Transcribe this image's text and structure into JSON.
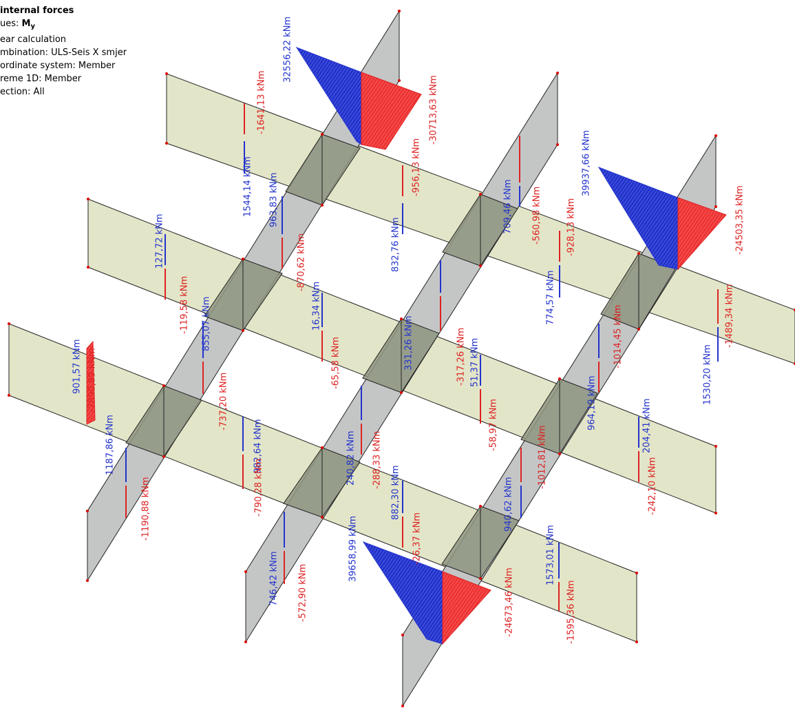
{
  "legend": {
    "title": "internal forces",
    "values_prefix": "ues: ",
    "values_symbol": "M",
    "values_sub": "y",
    "line3": "ear calculation",
    "line4": "mbination: ULS-Seis X smjer",
    "line5": "ordinate system: Member",
    "line6": "reme 1D: Member",
    "line7": "ection: All"
  },
  "colors": {
    "positive": "#2233cc",
    "negative": "#dd2222",
    "beam_fill": "#e3e5c8",
    "core_fill": "#c4c6c6",
    "junction_fill": "#8f9580",
    "node": "#dd0000",
    "edge": "#222222"
  },
  "labels": [
    {
      "text": "32556,22 kNm",
      "color": "positive"
    },
    {
      "text": "-1641,13 kNm",
      "color": "negative"
    },
    {
      "text": "-30713,63 kNm",
      "color": "negative"
    },
    {
      "text": "1544,14 kNm",
      "color": "positive"
    },
    {
      "text": "963,83 kNm",
      "color": "positive"
    },
    {
      "text": "-956,13 kNm",
      "color": "negative"
    },
    {
      "text": "832,76 kNm",
      "color": "positive"
    },
    {
      "text": "709,46 kNm",
      "color": "positive"
    },
    {
      "text": "-560,98 kNm",
      "color": "negative"
    },
    {
      "text": "39937,66 kNm",
      "color": "positive"
    },
    {
      "text": "-928,13 kNm",
      "color": "negative"
    },
    {
      "text": "-24503,35 kNm",
      "color": "negative"
    },
    {
      "text": "127,72 kNm",
      "color": "positive"
    },
    {
      "text": "-870,62 kNm",
      "color": "negative"
    },
    {
      "text": "16,34 kNm",
      "color": "positive"
    },
    {
      "text": "-119,58 kNm",
      "color": "negative"
    },
    {
      "text": "855,07 kNm",
      "color": "positive"
    },
    {
      "text": "774,57 kNm",
      "color": "positive"
    },
    {
      "text": "-1489,34 kNm",
      "color": "negative"
    },
    {
      "text": "901,57 kNm",
      "color": "positive"
    },
    {
      "text": "-7890,89 kNm",
      "color": "negative"
    },
    {
      "text": "-65,58 kNm",
      "color": "negative"
    },
    {
      "text": "331,26 kNm",
      "color": "positive"
    },
    {
      "text": "-317,26 kNm",
      "color": "negative"
    },
    {
      "text": "-1014,45 kNm",
      "color": "negative"
    },
    {
      "text": "1530,20 kNm",
      "color": "positive"
    },
    {
      "text": "-737,20 kNm",
      "color": "negative"
    },
    {
      "text": "51,37 kNm",
      "color": "positive"
    },
    {
      "text": "964,19 kNm",
      "color": "positive"
    },
    {
      "text": "1187,86 kNm",
      "color": "positive"
    },
    {
      "text": "982,64 kNm",
      "color": "positive"
    },
    {
      "text": "-58,97 kNm",
      "color": "negative"
    },
    {
      "text": "204,41 kNm",
      "color": "positive"
    },
    {
      "text": "240,82 kNm",
      "color": "positive"
    },
    {
      "text": "-288,33 kNm",
      "color": "negative"
    },
    {
      "text": "-1012,81 kNm",
      "color": "negative"
    },
    {
      "text": "-790,28 kNm",
      "color": "negative"
    },
    {
      "text": "-242,10 kNm",
      "color": "negative"
    },
    {
      "text": "-1190,88 kNm",
      "color": "negative"
    },
    {
      "text": "882,30 kNm",
      "color": "positive"
    },
    {
      "text": "940,62 kNm",
      "color": "positive"
    },
    {
      "text": "39658,99 kNm",
      "color": "positive"
    },
    {
      "text": "-26,37 kNm",
      "color": "negative"
    },
    {
      "text": "1573,01 kNm",
      "color": "positive"
    },
    {
      "text": "746,42 kNm",
      "color": "positive"
    },
    {
      "text": "-572,90 kNm",
      "color": "negative"
    },
    {
      "text": "-24673,46 kNm",
      "color": "negative"
    },
    {
      "text": "-1595,36 kNm",
      "color": "negative"
    }
  ]
}
